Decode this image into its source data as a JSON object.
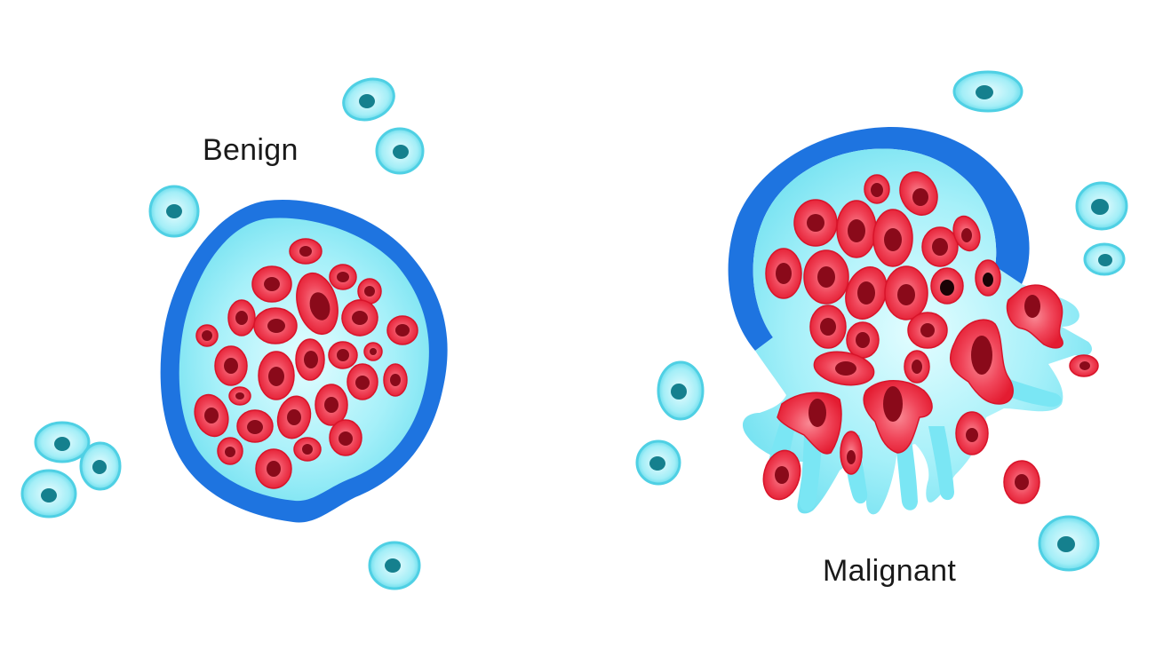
{
  "labels": {
    "benign": "Benign",
    "malignant": "Malignant"
  },
  "colors": {
    "background": "#ffffff",
    "capsule": "#1e74e0",
    "tissue": "#7ae6f4",
    "tissue_light": "#d8fbff",
    "tumor_cell": "#ee2b40",
    "tumor_cell_light": "#f9707e",
    "tumor_nucleus": "#8a0a1a",
    "normal_cell": "#5fd9ea",
    "normal_cell_light": "#c6f6fb",
    "normal_nucleus": "#15808e"
  },
  "diagram": {
    "panels": [
      {
        "name": "benign-tumor",
        "description": "Encapsulated cluster of tumor cells with intact capsule"
      },
      {
        "name": "malignant-tumor",
        "description": "Tumor with broken capsule, cells invading surrounding tissue"
      }
    ]
  }
}
